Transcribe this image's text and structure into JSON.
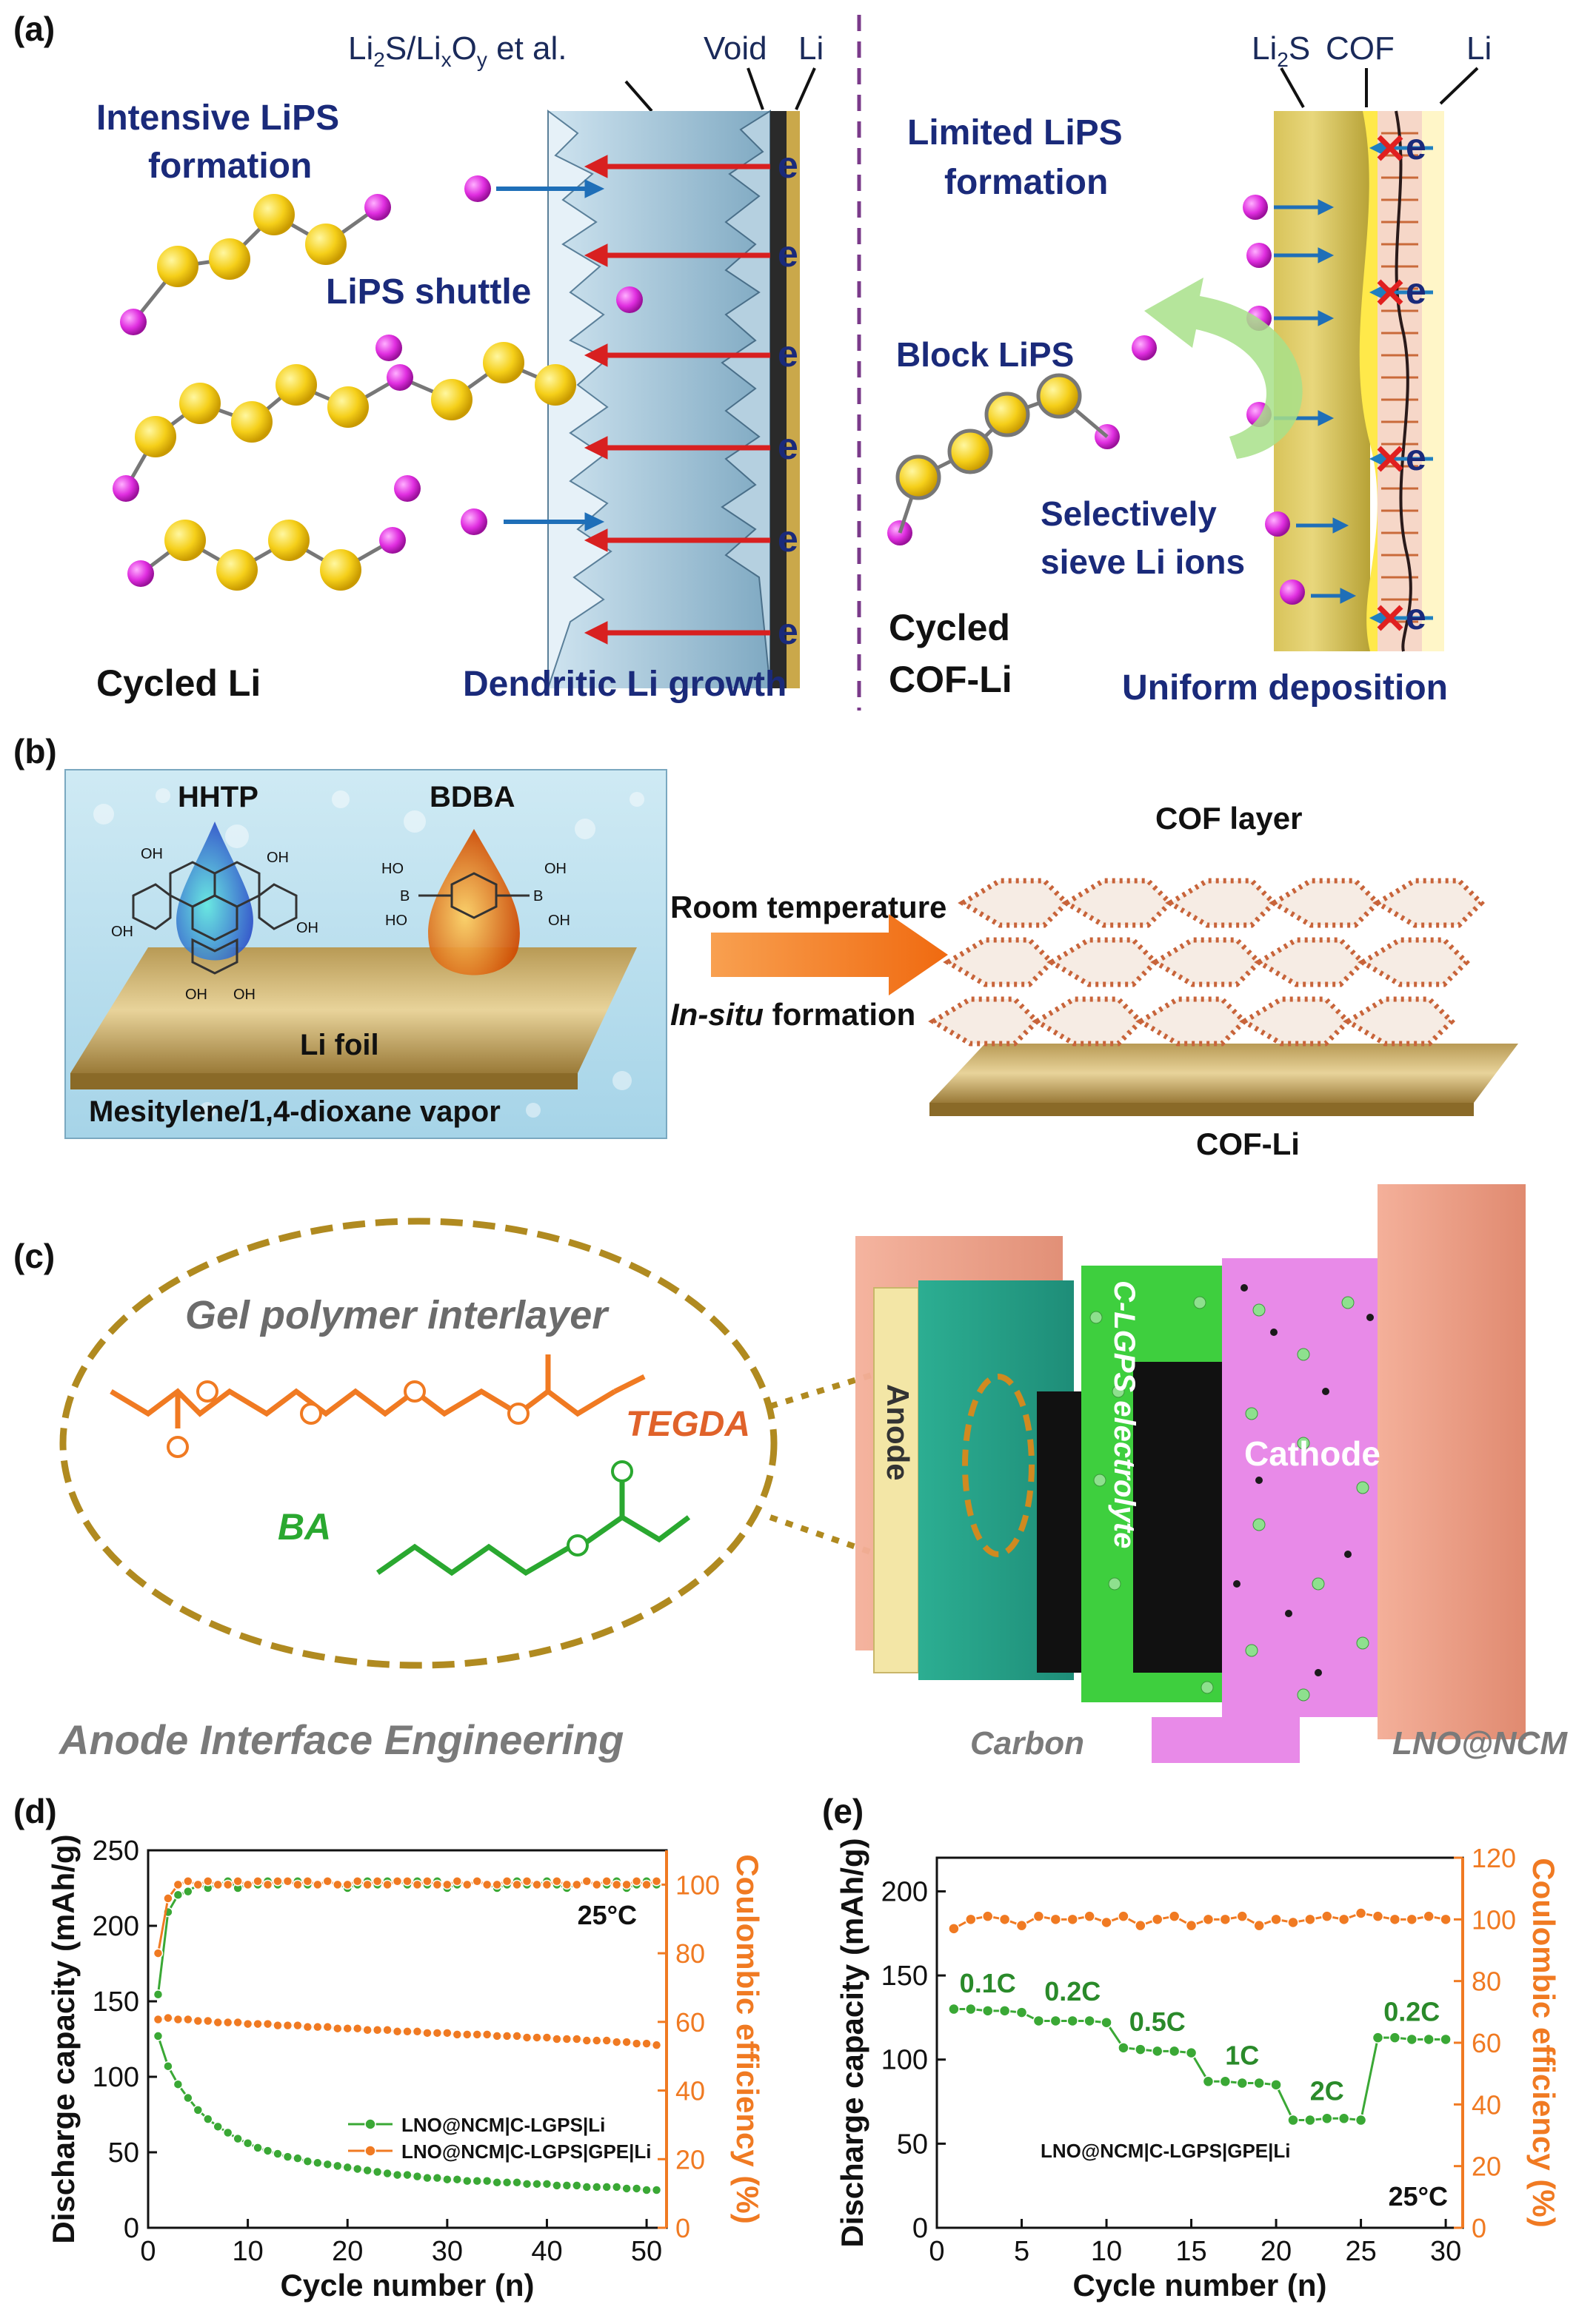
{
  "panel_a": {
    "label": "(a)",
    "left": {
      "top_label_main": "Li",
      "top_label_rest": "S/Li",
      "top_label_tail": " et al.",
      "void": "Void",
      "li": "Li",
      "intensive_1": "Intensive LiPS",
      "intensive_2": "formation",
      "shuttle": "LiPS shuttle",
      "electron": "e",
      "cycled": "Cycled Li",
      "dendritic": "Dendritic Li growth"
    },
    "right": {
      "li2s": "Li",
      "cof": "COF",
      "li": "Li",
      "limited_1": "Limited LiPS",
      "limited_2": "formation",
      "block": "Block LiPS",
      "sieve_1": "Selectively",
      "sieve_2": "sieve Li ions",
      "cycled_1": "Cycled",
      "cycled_2": "COF-Li",
      "uniform": "Uniform deposition"
    }
  },
  "panel_b": {
    "label": "(b)",
    "hhtp": "HHTP",
    "bdba": "BDBA",
    "li_foil": "Li foil",
    "vapor": "Mesitylene/1,4-dioxane vapor",
    "room_temp": "Room temperature",
    "insitu_1": "In-situ",
    "insitu_2": " formation",
    "cof_layer": "COF layer",
    "cof_li": "COF-Li",
    "oh": "OH",
    "ho": "HO",
    "b": "B"
  },
  "panel_c": {
    "label": "(c)",
    "gel": "Gel polymer interlayer",
    "tegda": "TEGDA",
    "ba": "BA",
    "anode": "Anode",
    "electrolyte": "C-LGPS electrolyte",
    "cathode": "Cathode",
    "caption": "Anode Interface Engineering",
    "legend_carbon": "Carbon",
    "legend_lno": "LNO@NCM"
  },
  "chart_data": [
    {
      "type": "scatter",
      "panel_label": "(d)",
      "xlabel": "Cycle number (n)",
      "ylabel": "Discharge capacity (mAh/g)",
      "y2label": "Coulombic efficiency (%)",
      "xlim": [
        0,
        52
      ],
      "ylim": [
        0,
        250
      ],
      "y2lim": [
        0,
        110
      ],
      "xticks": [
        0,
        10,
        20,
        30,
        40,
        50
      ],
      "yticks": [
        0,
        50,
        100,
        150,
        200,
        250
      ],
      "y2ticks": [
        0,
        20,
        40,
        60,
        80,
        100
      ],
      "annotation": "25°C",
      "series": [
        {
          "name": "LNO@NCM|C-LGPS|Li",
          "axis": "left",
          "color": "#3aa835",
          "x": [
            1,
            2,
            3,
            4,
            5,
            6,
            7,
            8,
            9,
            10,
            11,
            12,
            13,
            14,
            15,
            16,
            17,
            18,
            19,
            20,
            21,
            22,
            23,
            24,
            25,
            26,
            27,
            28,
            29,
            30,
            31,
            32,
            33,
            34,
            35,
            36,
            37,
            38,
            39,
            40,
            41,
            42,
            43,
            44,
            45,
            46,
            47,
            48,
            49,
            50,
            51
          ],
          "values": [
            127,
            107,
            95,
            86,
            78,
            72,
            67,
            63,
            59,
            56,
            53,
            51,
            49,
            47,
            46,
            44,
            43,
            42,
            41,
            40,
            39,
            38,
            37,
            36,
            35,
            35,
            34,
            33,
            33,
            32,
            32,
            31,
            31,
            31,
            30,
            30,
            30,
            29,
            29,
            29,
            28,
            28,
            28,
            27,
            27,
            27,
            27,
            26,
            26,
            25,
            25
          ]
        },
        {
          "name": "LNO@NCM|C-LGPS|GPE|Li",
          "axis": "left",
          "color": "#f07a22",
          "x": [
            1,
            2,
            3,
            4,
            5,
            6,
            7,
            8,
            9,
            10,
            11,
            12,
            13,
            14,
            15,
            16,
            17,
            18,
            19,
            20,
            21,
            22,
            23,
            24,
            25,
            26,
            27,
            28,
            29,
            30,
            31,
            32,
            33,
            34,
            35,
            36,
            37,
            38,
            39,
            40,
            41,
            42,
            43,
            44,
            45,
            46,
            47,
            48,
            49,
            50,
            51
          ],
          "values": [
            138,
            139,
            138,
            138,
            137,
            137,
            136,
            136,
            136,
            135,
            135,
            135,
            134,
            134,
            134,
            133,
            133,
            133,
            132,
            132,
            132,
            131,
            131,
            131,
            130,
            130,
            130,
            129,
            129,
            129,
            128,
            128,
            128,
            128,
            127,
            127,
            127,
            126,
            126,
            126,
            125,
            125,
            125,
            124,
            124,
            124,
            123,
            123,
            122,
            122,
            121
          ]
        },
        {
          "name": "",
          "axis": "right",
          "color": "#3aa835",
          "x": [
            1,
            2,
            3,
            4,
            5,
            6,
            7,
            8,
            9,
            10,
            11,
            12,
            13,
            14,
            15,
            16,
            17,
            18,
            19,
            20,
            21,
            22,
            23,
            24,
            25,
            26,
            27,
            28,
            29,
            30,
            31,
            32,
            33,
            34,
            35,
            36,
            37,
            38,
            39,
            40,
            41,
            42,
            43,
            44,
            45,
            46,
            47,
            48,
            49,
            50,
            51
          ],
          "values": [
            68,
            92,
            97,
            98,
            100,
            99,
            100,
            101,
            99,
            100,
            100,
            101,
            100,
            101,
            101,
            100,
            100,
            101,
            100,
            99,
            100,
            101,
            100,
            101,
            101,
            100,
            101,
            100,
            101,
            99,
            100,
            100,
            101,
            100,
            99,
            100,
            101,
            100,
            100,
            101,
            100,
            99,
            100,
            101,
            100,
            100,
            101,
            99,
            100,
            101,
            100
          ]
        },
        {
          "name": "",
          "axis": "right",
          "color": "#f07a22",
          "x": [
            1,
            2,
            3,
            4,
            5,
            6,
            7,
            8,
            9,
            10,
            11,
            12,
            13,
            14,
            15,
            16,
            17,
            18,
            19,
            20,
            21,
            22,
            23,
            24,
            25,
            26,
            27,
            28,
            29,
            30,
            31,
            32,
            33,
            34,
            35,
            36,
            37,
            38,
            39,
            40,
            41,
            42,
            43,
            44,
            45,
            46,
            47,
            48,
            49,
            50,
            51
          ],
          "values": [
            80,
            96,
            100,
            101,
            100,
            101,
            100,
            100,
            101,
            100,
            101,
            100,
            101,
            101,
            100,
            101,
            100,
            101,
            100,
            100,
            101,
            100,
            101,
            100,
            101,
            101,
            100,
            101,
            100,
            100,
            101,
            100,
            101,
            100,
            100,
            101,
            100,
            101,
            100,
            100,
            101,
            100,
            100,
            101,
            100,
            101,
            100,
            100,
            101,
            100,
            101
          ]
        }
      ]
    },
    {
      "type": "scatter",
      "panel_label": "(e)",
      "xlabel": "Cycle number (n)",
      "ylabel": "Discharge capacity (mAh/g)",
      "y2label": "Coulombic efficiency (%)",
      "xlim": [
        0,
        31
      ],
      "ylim": [
        0,
        220
      ],
      "y2lim": [
        0,
        120
      ],
      "xticks": [
        0,
        5,
        10,
        15,
        20,
        25,
        30
      ],
      "yticks": [
        0,
        50,
        100,
        150,
        200
      ],
      "y2ticks": [
        0,
        20,
        40,
        60,
        80,
        100,
        120
      ],
      "annotation": "25°C",
      "legend_text": "LNO@NCM|C-LGPS|GPE|Li",
      "rate_labels": [
        {
          "text": "0.1C",
          "x": 3,
          "y": 140
        },
        {
          "text": "0.2C",
          "x": 8,
          "y": 135
        },
        {
          "text": "0.5C",
          "x": 13,
          "y": 117
        },
        {
          "text": "1C",
          "x": 18,
          "y": 97
        },
        {
          "text": "2C",
          "x": 23,
          "y": 76
        },
        {
          "text": "0.2C",
          "x": 28,
          "y": 123
        }
      ],
      "series": [
        {
          "name": "",
          "axis": "left",
          "color": "#3aa835",
          "x": [
            1,
            2,
            3,
            4,
            5,
            6,
            7,
            8,
            9,
            10,
            11,
            12,
            13,
            14,
            15,
            16,
            17,
            18,
            19,
            20,
            21,
            22,
            23,
            24,
            25,
            26,
            27,
            28,
            29,
            30
          ],
          "values": [
            130,
            130,
            129,
            129,
            128,
            123,
            123,
            123,
            123,
            122,
            107,
            106,
            105,
            105,
            104,
            87,
            87,
            86,
            86,
            85,
            64,
            64,
            65,
            65,
            64,
            113,
            113,
            112,
            112,
            112
          ]
        },
        {
          "name": "",
          "axis": "right",
          "color": "#f07a22",
          "x": [
            1,
            2,
            3,
            4,
            5,
            6,
            7,
            8,
            9,
            10,
            11,
            12,
            13,
            14,
            15,
            16,
            17,
            18,
            19,
            20,
            21,
            22,
            23,
            24,
            25,
            26,
            27,
            28,
            29,
            30
          ],
          "values": [
            97,
            100,
            101,
            100,
            98,
            101,
            100,
            100,
            101,
            99,
            101,
            98,
            100,
            101,
            98,
            100,
            100,
            101,
            98,
            100,
            99,
            100,
            101,
            100,
            102,
            101,
            100,
            100,
            101,
            100
          ]
        }
      ]
    }
  ]
}
